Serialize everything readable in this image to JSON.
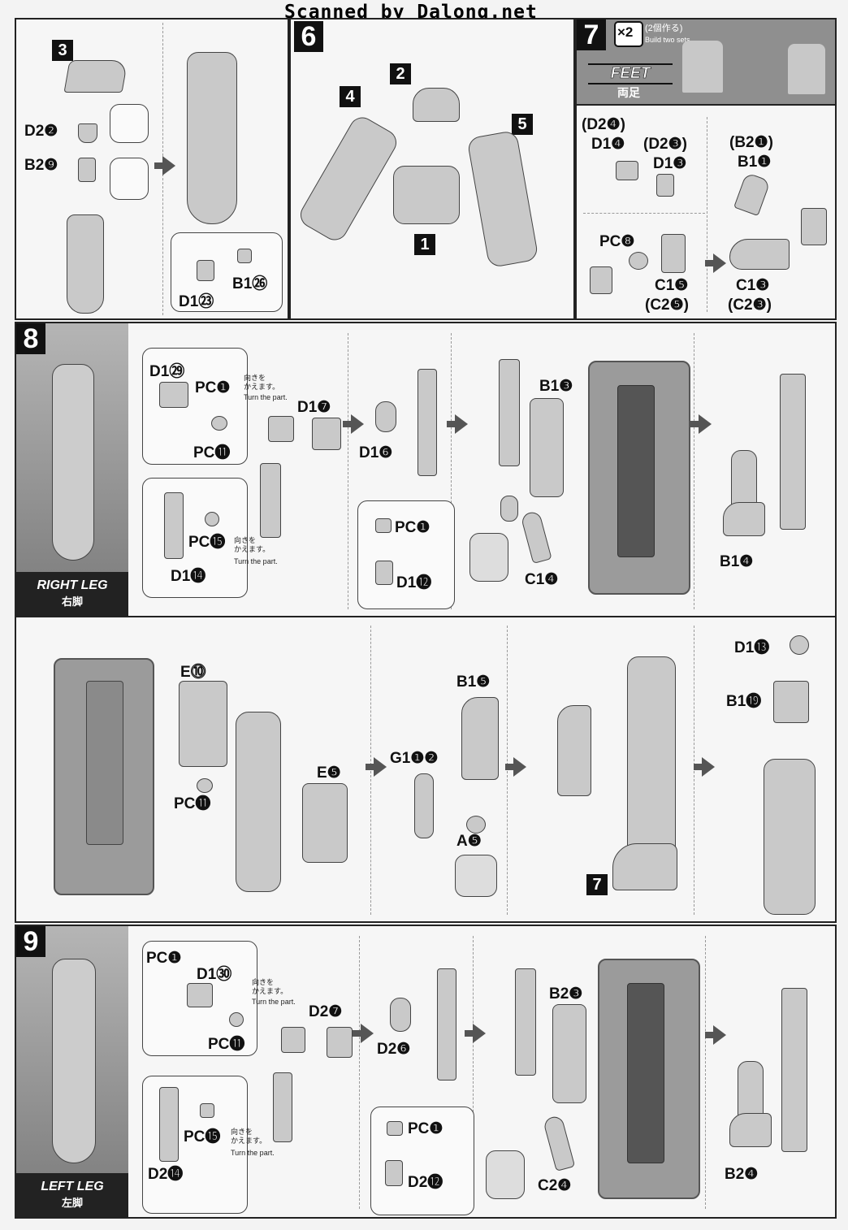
{
  "banner": "Scanned by Dalong.net",
  "steps": {
    "s3": "3",
    "s6": "6",
    "s7": "7",
    "s8": "8",
    "s9": "9"
  },
  "step3": {
    "labels": [
      "D2❷",
      "B2❾",
      "D1㉓",
      "B1㉖"
    ]
  },
  "step6": {
    "parts": [
      "1",
      "2",
      "4",
      "5"
    ]
  },
  "step7": {
    "multiplier": "×2",
    "jp": "(2個作る)",
    "build_two": "Build two sets.",
    "feet": "FEET",
    "feet_jp": "両足",
    "labels": {
      "a": "(D2❹)",
      "b": "D1❹",
      "c": "(D2❸)",
      "d": "D1❸",
      "e": "(B2❶)",
      "f": "B1❶",
      "g": "PC❽",
      "h": "C1❺",
      "i": "(C2❺)",
      "j": "C1❸",
      "k": "(C2❸)"
    }
  },
  "step8": {
    "caption": "RIGHT LEG",
    "caption_jp": "右脚",
    "turn_jp": "向きを\nかえます。",
    "turn_en": "Turn the part.",
    "labels": {
      "d129": "D1㉙",
      "pc1a": "PC❶",
      "pc11": "PC⓫",
      "d17": "D1❼",
      "pc15": "PC⓯",
      "d114": "D1⓮",
      "d16": "D1❻",
      "pc1b": "PC❶",
      "d112": "D1⓬",
      "b13": "B1❸",
      "c14": "C1❹",
      "b14": "B1❹",
      "e10": "E⓾",
      "pc11b": "PC⓫",
      "e5": "E❺",
      "g1": "G1❶❷",
      "b15": "B1❺",
      "a5": "A❺",
      "seven": "7",
      "d113": "D1⓭",
      "b119": "B1⓳"
    }
  },
  "step9": {
    "caption": "LEFT LEG",
    "caption_jp": "左脚",
    "turn_jp": "向きを\nかえます。",
    "turn_en": "Turn the part.",
    "labels": {
      "pc1": "PC❶",
      "d130": "D1㉚",
      "pc11": "PC⓫",
      "d27": "D2❼",
      "pc15": "PC⓯",
      "d214": "D2⓮",
      "d26": "D2❻",
      "pc1b": "PC❶",
      "d212": "D2⓬",
      "b23": "B2❸",
      "c24": "C2❹",
      "b24": "B2❹"
    }
  }
}
